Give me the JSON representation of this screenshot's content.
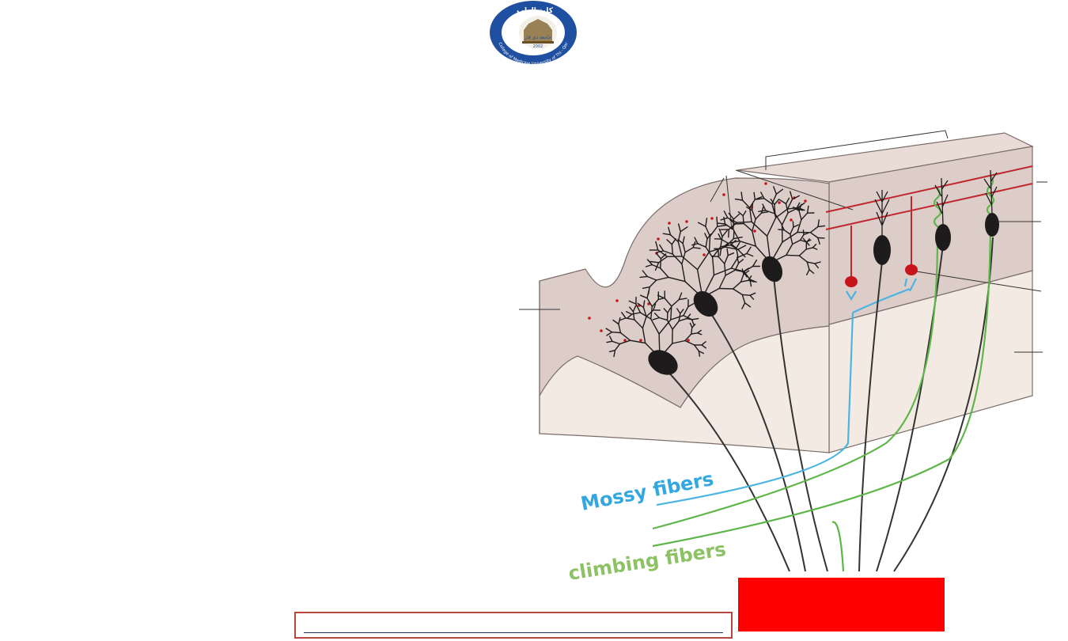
{
  "logo": {
    "arabic_top": "كلية الطب",
    "arabic_center": "جامعة ذي قار",
    "english_ring": "College of Medicine University of Thi - Qar",
    "year": "2002",
    "colors": {
      "ring": "#1f4fa0",
      "crescent": "#d4242b",
      "center": "#f4f1e8"
    }
  },
  "diagram": {
    "labels": {
      "mossy": "Mossy fibers",
      "climbing": "climbing fibers"
    },
    "colors": {
      "tissue_upper": "#dccdc8",
      "tissue_lower": "#f3ebe3",
      "tissue_edge": "#7b6d69",
      "purkinje": "#1d1b1b",
      "parallel_fiber": "#c0272d",
      "granule_cell": "#c8151d",
      "mossy_fiber": "#4db4e2",
      "climbing_fiber": "#5eb548",
      "mossy_text": "#33a7e0",
      "climbing_text": "#8cc263"
    }
  },
  "redact_box": {
    "color": "#ff0000"
  },
  "text_box": {
    "border_color": "#b5473f",
    "line_color": "#1f3558"
  }
}
